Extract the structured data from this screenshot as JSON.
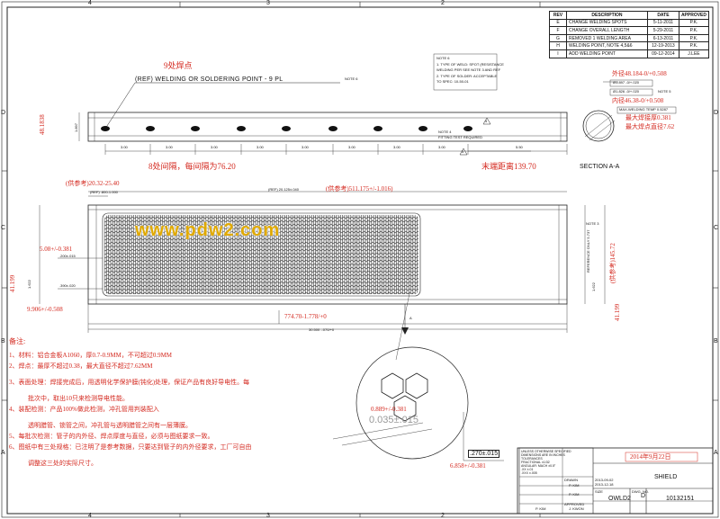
{
  "frame": {
    "zones_top": [
      "4",
      "3",
      "2"
    ],
    "zones_bottom": [
      "4",
      "3",
      "2"
    ],
    "zones_left": [
      "D",
      "C",
      "B",
      "A"
    ],
    "zones_right": [
      "D",
      "C",
      "B",
      "A"
    ]
  },
  "revisions": {
    "headers": [
      "REV",
      "DESCRIPTION",
      "DATE",
      "APPROVED"
    ],
    "rows": [
      [
        "E",
        "CHANGE WELDING SPOTS",
        "5-11-2011",
        "P.K."
      ],
      [
        "F",
        "CHANGE OVERALL LENGTH",
        "5-29-2011",
        "P.K."
      ],
      [
        "G",
        "REMOVED 1 WELDING AREA",
        "6-13-2011",
        "P.K."
      ],
      [
        "H",
        "WELDING POINT, NOTE 4,5&6",
        "12-19-2013",
        "P.K."
      ],
      [
        "I",
        "ADD WELDING POINT",
        "09-12-2014",
        "J.LEE"
      ]
    ]
  },
  "top_view": {
    "red_title": "9处焊点",
    "weld_label": "(REF) WELDING OR SOLDERING POINT - 9 PL",
    "note_tag": "NOTE 6",
    "left_dim_red": "48.1838",
    "left_dim_blk": "1.897",
    "spacings": [
      "3.00",
      "3.00",
      "3.00",
      "3.00",
      "3.00",
      "3.00",
      "3.00",
      "3.00"
    ],
    "end_dim": "5.50",
    "red_spacing": "8处间隔，每间隔为76.20",
    "red_end": "末端距离139.70",
    "note_box_lines": [
      "NOTE 6",
      "1. TYPE OF WELD: SPOT (RESISTANCE",
      "   WELDING PER SEE NOTE 3 AND REF",
      "2. TYPE OF SOLDER: ACCEPTABLE",
      "   TO SPEC: 10-50-01"
    ],
    "note4_lines": [
      "NOTE 4",
      "FITTING TEST REQUIRED"
    ],
    "tri_labels": [
      "4",
      "5"
    ]
  },
  "section": {
    "red_od": "外径48.184-0/+0.508",
    "od_box": "Ø1.897 -0/+.020",
    "id_box": "Ø1.826 -0/+.020",
    "red_id": "内径46.38-0/+0.508",
    "note5": "NOTE 5",
    "note5_box": "MAX-WELDING TEMP 0.5287",
    "red_max_temp": "最大焊接厚0.381",
    "red_max_dia": "最大焊点直径7.62",
    "label": "SECTION  A-A"
  },
  "front_view": {
    "red_ref": "(供参考)20.32-25.40",
    "ref_left": "(REF) .800-1.000",
    "ref_mid": "(REF) 20.125±.040",
    "red_ref_mid": "(供参考)511.175+/-1.016)",
    "note3": "NOTE 3",
    "red_508": "5.08+/-0.381",
    "blk_200": ".200±.015",
    "red_41_left": "41.199",
    "blk_1622_left": "1.622",
    "blk_390": ".390±.020",
    "red_9906": "9.906+/-0.508",
    "ref_only": "REFERENCE ONLY 5.737",
    "red_14572": "(供参考)145.72",
    "red_41_right": "41.199",
    "blk_1622_right": "1.622",
    "red_length": "774.70-1.778/+0",
    "blk_length": "30.500 -.070/+0",
    "watermark": "www.pdw2.com",
    "section_tags": [
      "A",
      "A"
    ]
  },
  "notes": {
    "title": "备注:",
    "items": [
      "1、材料：铝合金板A1060，厚0.7-0.9MM，不可超过0.9MM",
      "2、焊点：最厚不超过0.38，最大直径不超过7.62MM",
      "3、表面处理：焊接完成后，用透明化学保护膜(钝化)处理，保证产品有良好导电性。每",
      "            批次中，取出10只来检测导电性能。",
      "4、装配检测：产品100%做此检测，冲孔管用判装配入",
      "            透明腊管、锁管之间，冲孔管与透明腊管之间有一层薄膜。",
      "5、每批次检测：管子的内外径、焊点厚度与直径，必须与图纸要求一致。",
      "6、图纸中有三处规格：已注明了是参考数据，只要达到管子的内外径要求，工厂可自由",
      "            调整这三处的实际尺寸。"
    ]
  },
  "detail": {
    "red_0889": "0.889+/-0.381",
    "blk_035": "0.035±.015",
    "blk_270": ".270±.015",
    "red_6858": "6.858+/-0.381"
  },
  "title_block": {
    "date_red": "2014年9月22日",
    "title": "SHIELD",
    "size_label": "SIZE",
    "size": "D",
    "dwg_label": "DWG. NO.",
    "dwg_no": "OWLD2",
    "part_no": "10132151",
    "drawn_label": "DRAWN",
    "drawn": "P. KIM",
    "checked": "P. KIM",
    "approved_label": "APPROVED",
    "approved": "J. KWON",
    "qa": "P. KIM",
    "drawn_date": "2013-09-02",
    "check_date": "2013-12-18",
    "small_lines": [
      "UNLESS OTHERWISE SPECIFIED",
      "DIMENSIONS ARE IN INCHES",
      "TOLERANCES",
      "FRACTIONAL ±1/32",
      "ANGULAR: MACH ±0.5°",
      ".XX ±.01",
      ".XXX ±.005"
    ]
  }
}
